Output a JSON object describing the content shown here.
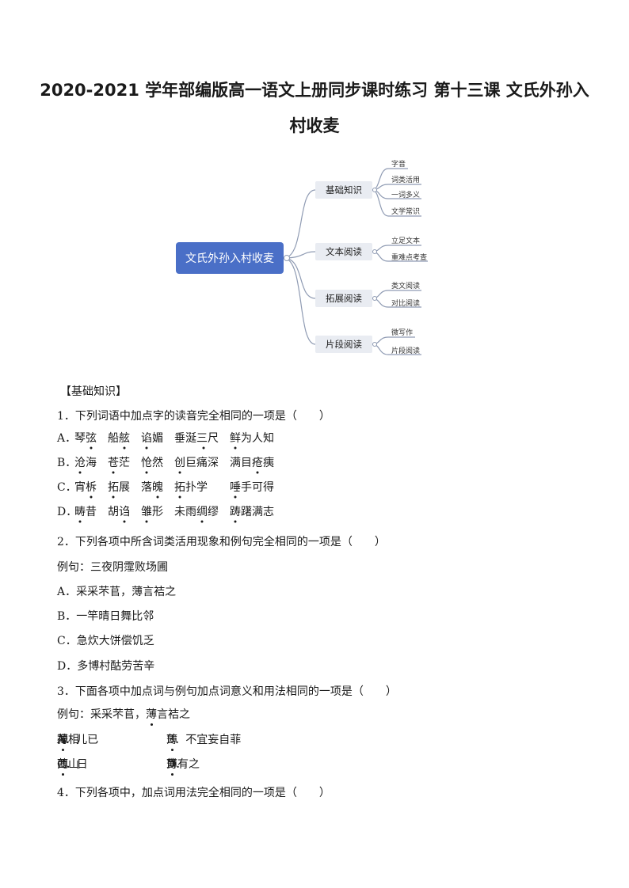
{
  "header": {
    "title_line1": "2020-2021 学年部编版高一语文上册同步课时练习 第十三课 文氏外孙入",
    "title_line2": "村收麦"
  },
  "mindmap": {
    "root": "文氏外孙入村收麦",
    "branches": [
      {
        "label": "基础知识",
        "children": [
          "字音",
          "词类活用",
          "一词多义",
          "文学常识"
        ]
      },
      {
        "label": "文本阅读",
        "children": [
          "立足文本",
          "重难点考查"
        ]
      },
      {
        "label": "拓展阅读",
        "children": [
          "类文阅读",
          "对比阅读"
        ]
      },
      {
        "label": "片段阅读",
        "children": [
          "微写作",
          "片段阅读"
        ]
      }
    ]
  },
  "section": {
    "heading": "【基础知识】"
  },
  "q1": {
    "stem": "1．下列词语中加点字的读音完全相同的一项是（　　）",
    "options": [
      {
        "letter": "A．",
        "words": [
          "琴弦",
          "船舷",
          "谄媚",
          "垂涎三尺",
          "鲜为人知"
        ]
      },
      {
        "letter": "B．",
        "words": [
          "沧海",
          "苍茫",
          "怆然",
          "创巨痛深",
          "满目疮痍"
        ]
      },
      {
        "letter": "C．",
        "words": [
          "宵柝",
          "拓展",
          "落魄",
          "拓扑学",
          "唾手可得"
        ]
      },
      {
        "letter": "D．",
        "words": [
          "畴昔",
          "胡诌",
          "雏形",
          "未雨绸缪",
          "踌躇满志"
        ]
      }
    ]
  },
  "q2": {
    "stem": "2．下列各项中所含词类活用现象和例句完全相同的一项是（　　）",
    "example": "例句：三夜阴霪败场圃",
    "options": [
      "A．采采芣苢，薄言袺之",
      "B．一竿晴日舞比邻",
      "C．急炊大饼偿饥乏",
      "D．多博村酤劳苦辛"
    ]
  },
  "q3": {
    "stem": "3．下面各项中加点词与例句加点词意义和用法相同的一项是（　　）",
    "example_prefix": "例句：采采芣苢，",
    "example_dotted": "薄",
    "example_suffix": "言袺之",
    "options": [
      {
        "a_prefix": "A．儿已",
        "a_dot": "薄",
        "a_suffix": "禄相",
        "b_prefix": "B．不宜妄自菲",
        "b_dot": "薄",
        "b_suffix": ""
      },
      {
        "a_prefix": "C．日",
        "a_dot": "薄",
        "a_suffix": "西山",
        "b_prefix": "D．",
        "b_dot": "薄",
        "b_suffix": "肖有之"
      }
    ]
  },
  "q4": {
    "stem": "4．下列各项中，加点词用法完全相同的一项是（　　）"
  },
  "colors": {
    "root_bg": "#4a6fc7",
    "branch_bg": "#e9ecf2",
    "line": "#8f9bb3"
  }
}
